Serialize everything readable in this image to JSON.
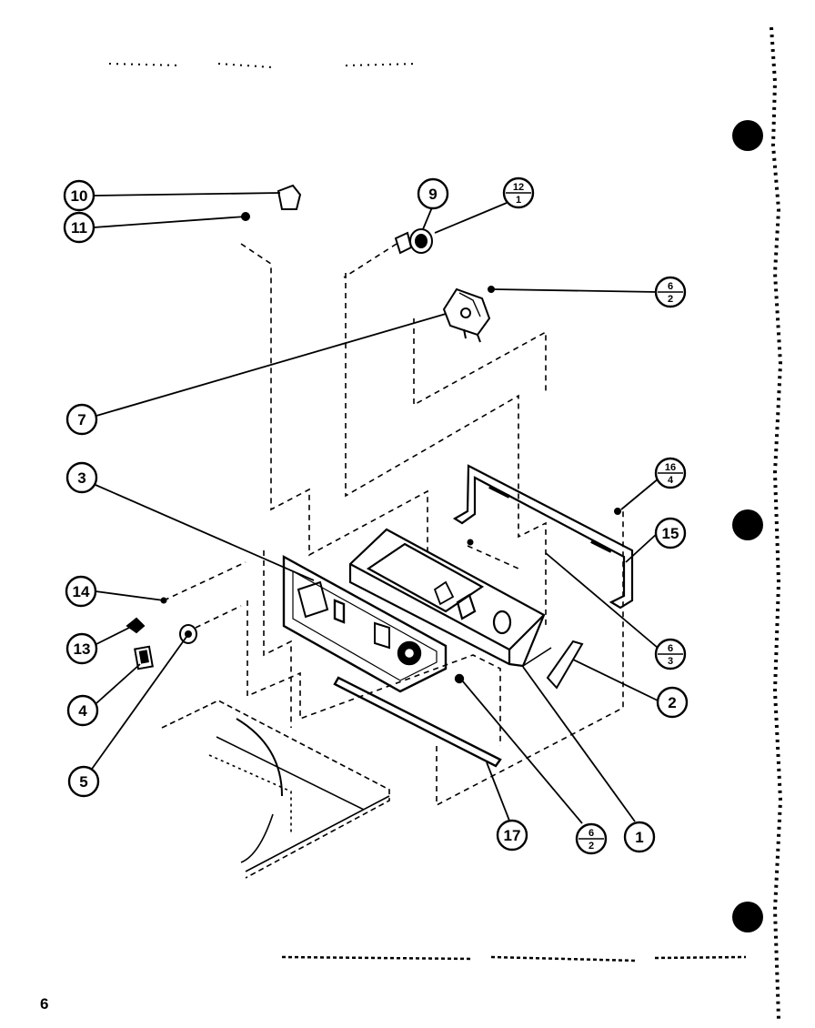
{
  "page_number": "6",
  "callouts": [
    {
      "id": "c10",
      "top": "10",
      "bottom": ""
    },
    {
      "id": "c11",
      "top": "11",
      "bottom": ""
    },
    {
      "id": "c9",
      "top": "9",
      "bottom": ""
    },
    {
      "id": "c12-1",
      "top": "12",
      "bottom": "1"
    },
    {
      "id": "c6-2a",
      "top": "6",
      "bottom": "2"
    },
    {
      "id": "c7",
      "top": "7",
      "bottom": ""
    },
    {
      "id": "c3",
      "top": "3",
      "bottom": ""
    },
    {
      "id": "c16-4",
      "top": "16",
      "bottom": "4"
    },
    {
      "id": "c15",
      "top": "15",
      "bottom": ""
    },
    {
      "id": "c14",
      "top": "14",
      "bottom": ""
    },
    {
      "id": "c13",
      "top": "13",
      "bottom": ""
    },
    {
      "id": "c6-3",
      "top": "6",
      "bottom": "3"
    },
    {
      "id": "c4",
      "top": "4",
      "bottom": ""
    },
    {
      "id": "c2",
      "top": "2",
      "bottom": ""
    },
    {
      "id": "c5",
      "top": "5",
      "bottom": ""
    },
    {
      "id": "c17",
      "top": "17",
      "bottom": ""
    },
    {
      "id": "c6-2b",
      "top": "6",
      "bottom": "2"
    },
    {
      "id": "c1",
      "top": "1",
      "bottom": ""
    }
  ]
}
